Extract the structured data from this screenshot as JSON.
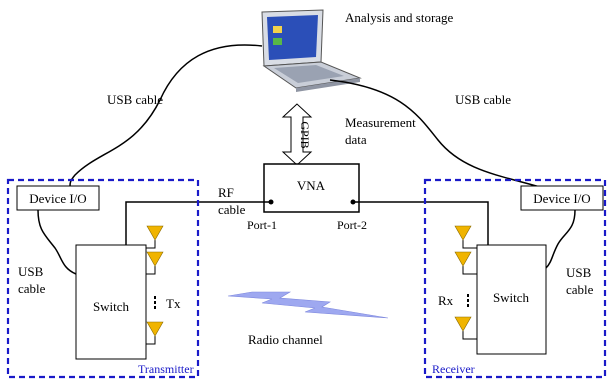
{
  "labels": {
    "analysis": "Analysis and storage",
    "usb_left": "USB cable",
    "usb_right": "USB cable",
    "gpib": "GPIB",
    "measurement_line1": "Measurement",
    "measurement_line2": "data",
    "vna": "VNA",
    "rf_line1": "RF",
    "rf_line2": "cable",
    "port1": "Port-1",
    "port2": "Port-2",
    "device_io_left": "Device I/O",
    "device_io_right": "Device I/O",
    "usb_tx_line1": "USB",
    "usb_tx_line2": "cable",
    "usb_rx_line1": "USB",
    "usb_rx_line2": "cable",
    "switch_tx": "Switch",
    "switch_rx": "Switch",
    "tx": "Tx",
    "rx": "Rx",
    "radio_channel": "Radio channel",
    "transmitter": "Transmitter",
    "receiver": "Receiver"
  },
  "colors": {
    "dashed_box": "#1a1ac8",
    "antenna": "#f0b400",
    "radio_wave": "#9ea8f0"
  },
  "icons": {
    "laptop": "laptop-icon",
    "antenna": "antenna-icon",
    "radio_wave": "lightning-icon"
  }
}
